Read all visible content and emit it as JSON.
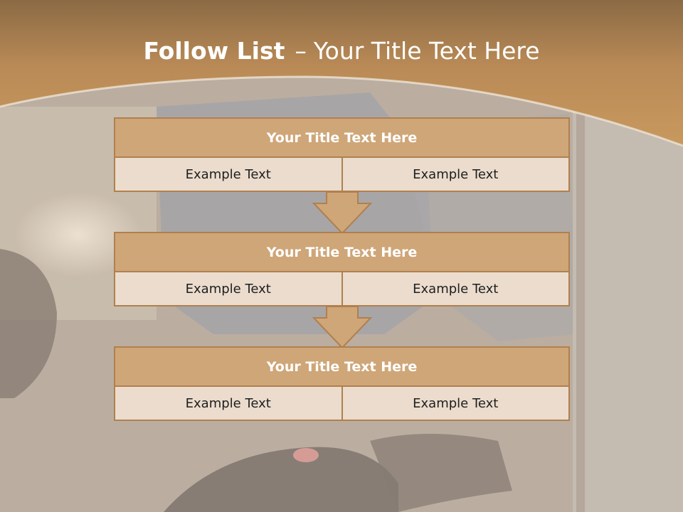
{
  "slide": {
    "title_bold": "Follow List",
    "title_dash": "–",
    "title_rest": "Your Title Text Here"
  },
  "blocks": [
    {
      "title": "Your Title Text Here",
      "left": "Example Text",
      "right": "Example Text"
    },
    {
      "title": "Your Title Text Here",
      "left": "Example Text",
      "right": "Example Text"
    },
    {
      "title": "Your Title Text Here",
      "left": "Example Text",
      "right": "Example Text"
    }
  ],
  "colors": {
    "header_band": "#c0915c",
    "block_header": "#cfa678",
    "block_cell": "#ebdccd",
    "border": "#b0804e"
  }
}
